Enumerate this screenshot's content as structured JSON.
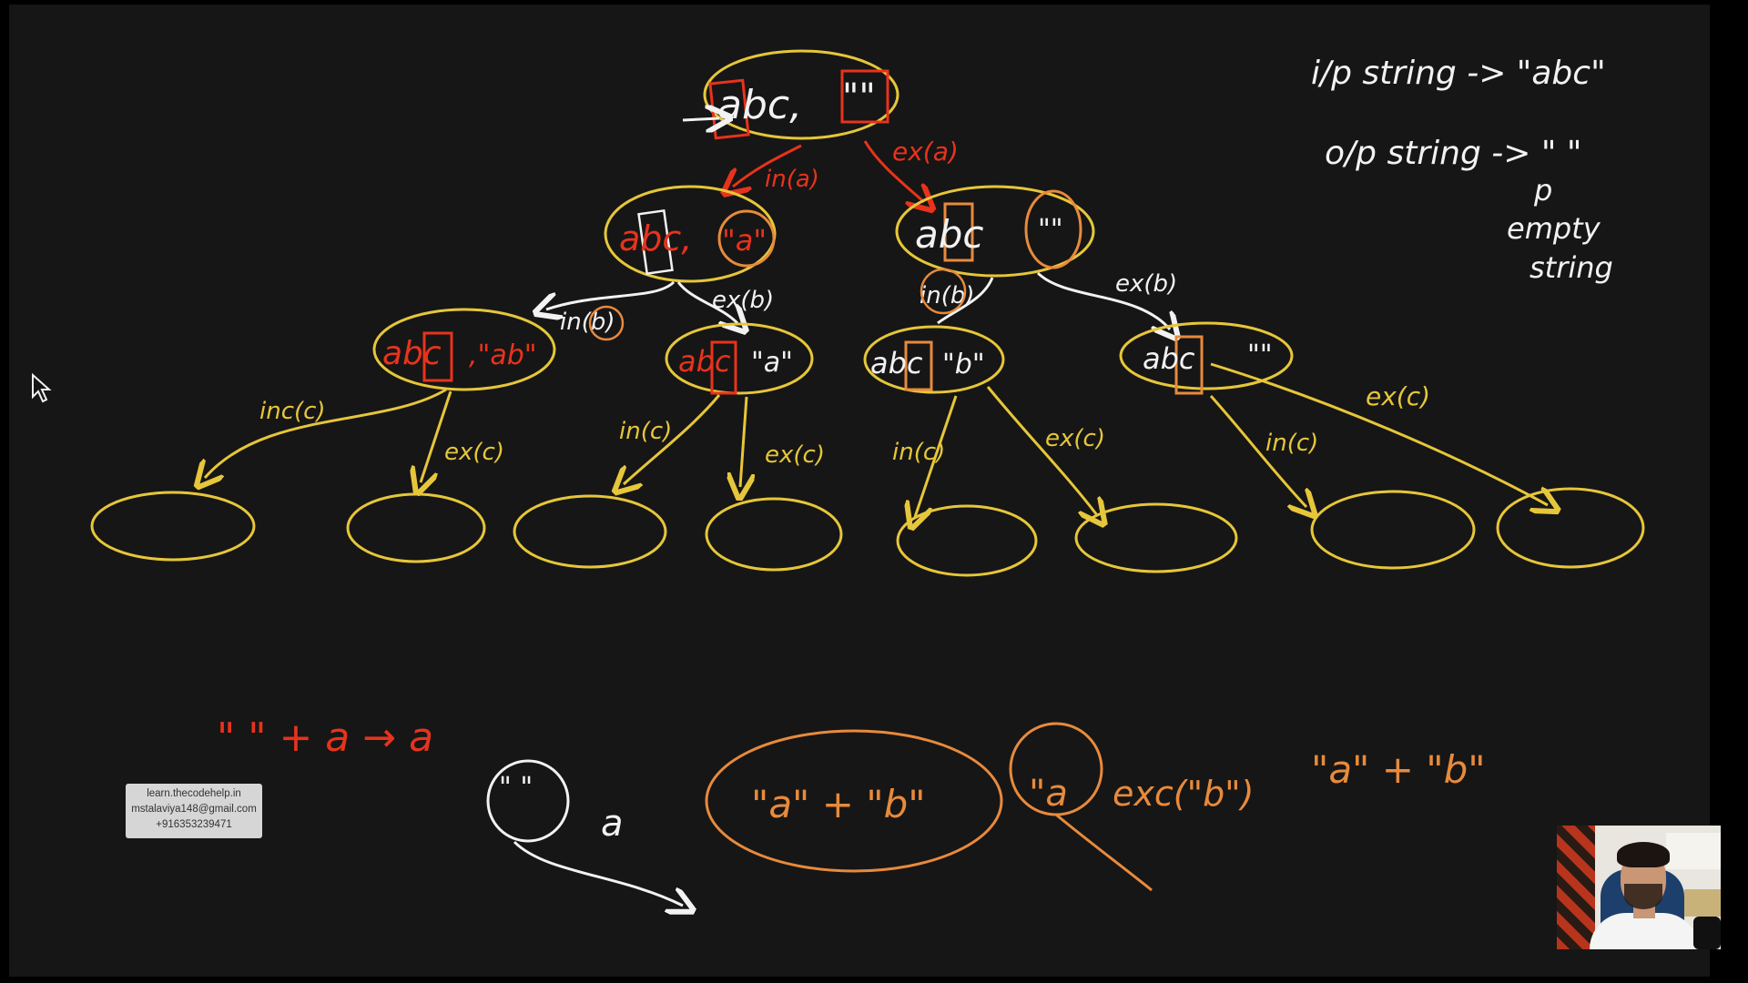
{
  "colors": {
    "background": "#161616",
    "yellow": "#e6c63a",
    "white": "#f2f2f2",
    "red": "#e8331c",
    "orange": "#e88a3c"
  },
  "diagram": {
    "root": {
      "left": "abc,",
      "right": "\"\""
    },
    "level1": {
      "include_a_label": "in(a)",
      "exclude_a_label": "ex(a)",
      "left_node": {
        "text": "abc,",
        "output": "\"a\""
      },
      "right_node": {
        "text": "abc",
        "output": "\"\""
      }
    },
    "level2": {
      "in_b_left_label": "in(b)",
      "ex_b_left_label": "ex(b)",
      "in_b_right_label": "in(b)",
      "ex_b_right_label": "ex(b)",
      "nodes": [
        {
          "text": "abc",
          "output": ",\"ab\""
        },
        {
          "text": "abc",
          "output": "\"a\""
        },
        {
          "text": "abc",
          "output": "\"b\""
        },
        {
          "text": "abc",
          "output": "\"\""
        }
      ]
    },
    "level3": {
      "labels": [
        "inc(c)",
        "ex(c)",
        "in(c)",
        "ex(c)",
        "in(c)",
        "ex(c)",
        "in(c)",
        "ex(c)"
      ]
    },
    "notes": {
      "input_line": "i/p string -> \"abc\"",
      "output_line": "o/p string -> \" \"",
      "output_sub1": "p",
      "output_sub2": "empty",
      "output_sub3": "string"
    },
    "bottom": {
      "concat_red": "\" \" + a → a",
      "circle_quotes": "\" \"",
      "circle_a": "a",
      "ellipse_text": "\"a\" + \"b\"",
      "circle_a2": "\"a",
      "exc_text": "exc(\"b\")",
      "final_text": "\"a\" + \"b\""
    }
  },
  "watermark": {
    "line1": "learn.thecodehelp.in",
    "line2": "mstalaviya148@gmail.com",
    "line3": "+916353239471"
  }
}
